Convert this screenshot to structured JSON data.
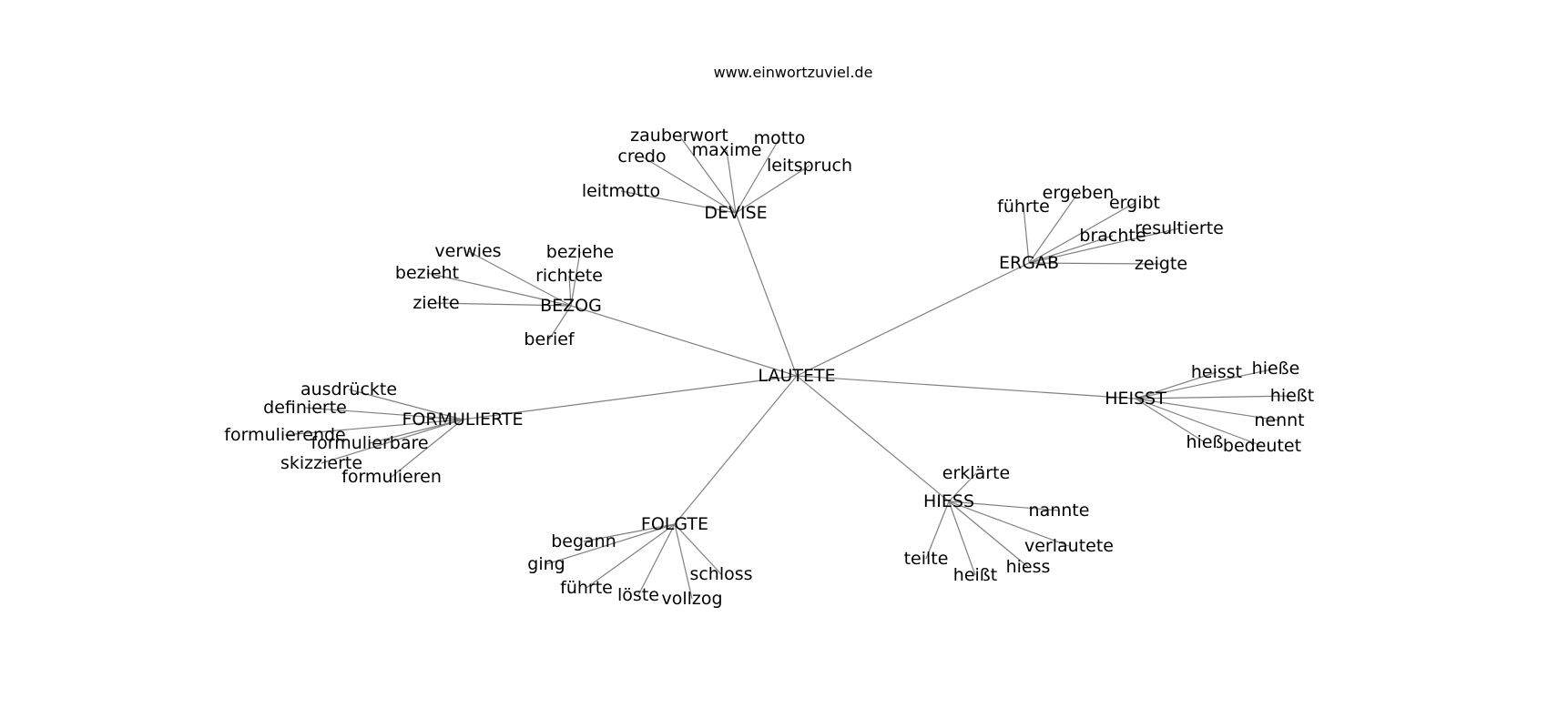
{
  "header": {
    "site": "www.einwortzuviel.de"
  },
  "graph": {
    "center": "LAUTETE",
    "clusters": [
      {
        "hub": "DEVISE",
        "leaves": [
          "zauberwort",
          "motto",
          "maxime",
          "credo",
          "leitspruch",
          "leitmotto"
        ]
      },
      {
        "hub": "ERGAB",
        "leaves": [
          "ergeben",
          "führte",
          "ergibt",
          "resultierte",
          "brachte",
          "zeigte"
        ]
      },
      {
        "hub": "BEZOG",
        "leaves": [
          "verwies",
          "beziehe",
          "bezieht",
          "richtete",
          "zielte",
          "berief"
        ]
      },
      {
        "hub": "HEISST",
        "leaves": [
          "heisst",
          "hieße",
          "hießt",
          "nennt",
          "hieß",
          "bedeutet"
        ]
      },
      {
        "hub": "FORMULIERTE",
        "leaves": [
          "ausdrückte",
          "definierte",
          "formulierende",
          "formulierbare",
          "skizzierte",
          "formulieren"
        ]
      },
      {
        "hub": "HIESS",
        "leaves": [
          "erklärte",
          "nannte",
          "verlautete",
          "teilte",
          "hiess",
          "heißt"
        ]
      },
      {
        "hub": "FOLGTE",
        "leaves": [
          "begann",
          "ging",
          "führte",
          "löste",
          "schloss",
          "vollzog"
        ]
      }
    ]
  }
}
